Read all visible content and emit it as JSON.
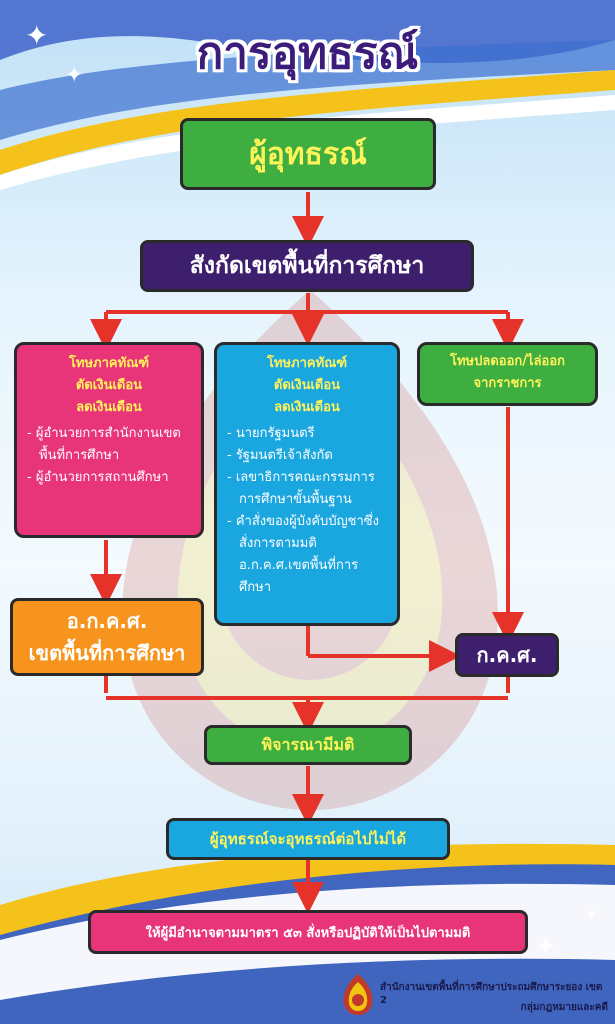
{
  "title": "การอุทธรณ์",
  "appellant": "ผู้อุทธรณ์",
  "affiliation": "สังกัดเขตพื้นที่การศึกษา",
  "left_box": {
    "headers": [
      "โทษภาคทัณฑ์",
      "ตัดเงินเดือน",
      "ลดเงินเดือน"
    ],
    "items": [
      "ผู้อำนวยการสำนักงานเขตพื้นที่การศึกษา",
      "ผู้อำนวยการสถานศึกษา"
    ]
  },
  "center_box": {
    "headers": [
      "โทษภาคทัณฑ์",
      "ตัดเงินเดือน",
      "ลดเงินเดือน"
    ],
    "items": [
      "นายกรัฐมนตรี",
      "รัฐมนตรีเจ้าสังกัด",
      "เลขาธิการคณะกรรมการการศึกษาขั้นพื้นฐาน",
      "คำสั่งของผู้บังคับบัญชาซึ่งสั่งการตามมติ อ.ก.ค.ศ.เขตพื้นที่การศึกษา"
    ]
  },
  "right_box": {
    "headers": [
      "โทษปลดออก/ไล่ออก",
      "จากราชการ"
    ]
  },
  "akks": [
    "อ.ก.ค.ศ.",
    "เขตพื้นที่การศึกษา"
  ],
  "kks": "ก.ค.ศ.",
  "consider": "พิจารณามีมติ",
  "final_appeal": "ผู้อุทธรณ์จะอุทธรณ์ต่อไปไม่ได้",
  "order": "ให้ผู้มีอำนาจตามมาตรา ๕๓ สั่งหรือปฏิบัติให้เป็นไปตามมติ",
  "footer": {
    "office": "สำนักงานเขตพื้นที่การศึกษาประถมศึกษาระยอง เขต 2",
    "group": "กลุ่มกฎหมายและคดี"
  },
  "colors": {
    "green": "#3dae3f",
    "purple": "#3e1f6e",
    "pink": "#e8357a",
    "blue": "#1aa6df",
    "orange": "#f7941d",
    "arrow": "#e5332a",
    "yellow_text": "#fff35a"
  }
}
